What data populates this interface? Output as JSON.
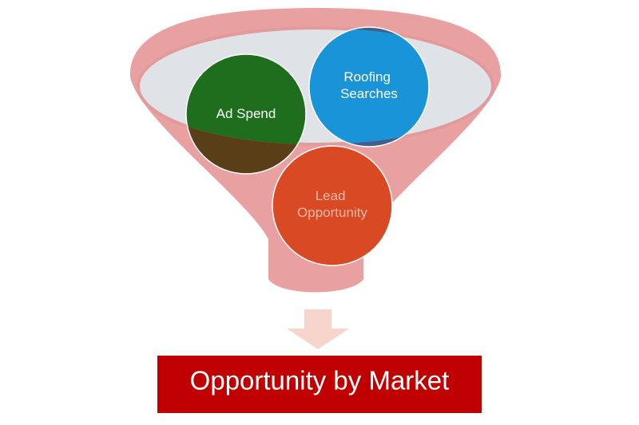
{
  "funnel": {
    "colors": {
      "body": "#e8a0a0",
      "rim_stroke": "#e29a9a",
      "mouth_fill": "#dfe3e8",
      "arrow": "#f7d4cc"
    }
  },
  "circles": [
    {
      "id": "ad-spend",
      "lines": [
        "Ad Spend"
      ],
      "color": "#1e6e1e",
      "text_color": "#ffffff",
      "overlap_color": "#5a3e18"
    },
    {
      "id": "roofing-searches",
      "lines": [
        "Roofing",
        "Searches"
      ],
      "color": "#1a94d8",
      "text_color": "#ffffff",
      "overlap_color": "#3f5f8c"
    },
    {
      "id": "lead-opportunity",
      "lines": [
        "Lead",
        "Opportunity"
      ],
      "color": "#d94a24",
      "text_color": "#f2b8a6"
    }
  ],
  "result": {
    "label": "Opportunity by Market",
    "color": "#c00000",
    "text_color": "#ffffff"
  }
}
